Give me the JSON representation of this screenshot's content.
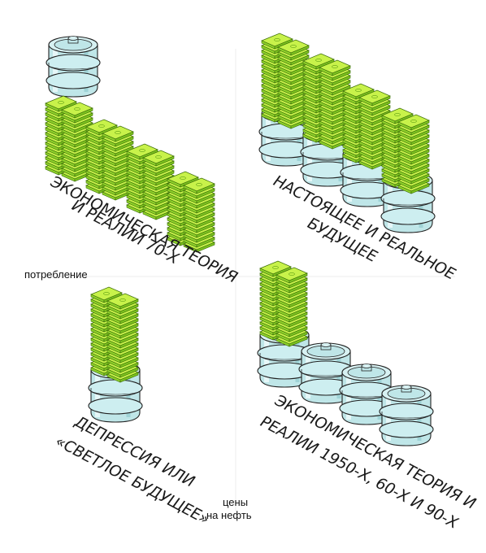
{
  "colors": {
    "barrel_body": "#bfe6e8",
    "barrel_light": "#e2f5f6",
    "barrel_dark": "#8fc9cc",
    "money_top": "#c8f24a",
    "money_side": "#8fd12a",
    "money_dark": "#5c9e12",
    "outline": "#222222"
  },
  "labels": {
    "axis_consumption": "потребление",
    "axis_prices_1": "цены",
    "axis_prices_2": "на нефть"
  },
  "quadrants": {
    "top_left": {
      "line1": "ЭКОНОМИЧЕСКАЯ ТЕОРИЯ",
      "line2": "И РЕАЛИИ 70-Х"
    },
    "top_right": {
      "line1": "НАСТОЯЩЕЕ И РЕАЛЬНОЕ",
      "line2": "БУДУЩЕЕ"
    },
    "bottom_left": {
      "line1": "ДЕПРЕССИЯ ИЛИ",
      "line2": "«СВЕТЛОЕ БУДУЩЕЕ»"
    },
    "bottom_right": {
      "line1": "ЭКОНОМИЧЕСКАЯ ТЕОРИЯ И",
      "line2": "РЕАЛИИ 1950-Х, 60-Х И 90-Х"
    }
  }
}
